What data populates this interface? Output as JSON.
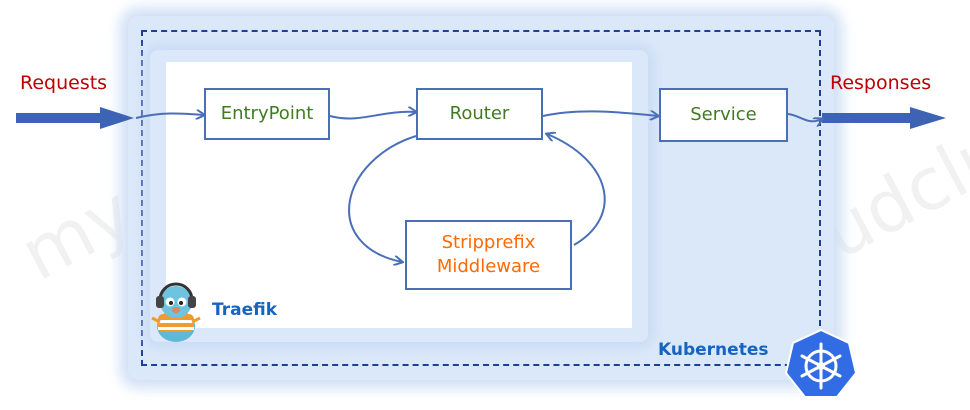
{
  "watermark": "mycloudclub",
  "labels": {
    "requests": "Requests",
    "responses": "Responses",
    "traefik": "Traefik",
    "kubernetes": "Kubernetes"
  },
  "nodes": {
    "entrypoint": "EntryPoint",
    "router": "Router",
    "service": "Service",
    "middleware_line1": "Stripprefix",
    "middleware_line2": "Middleware"
  },
  "colors": {
    "node_text": "#3f7b20",
    "middleware_text": "#ff6a00",
    "side_text": "#c00000",
    "tag_text": "#1565c0",
    "arrow": "#4a6fb8",
    "frame": "#1f3f93"
  },
  "icons": [
    "traefik-gopher-icon",
    "kubernetes-helm-icon"
  ]
}
